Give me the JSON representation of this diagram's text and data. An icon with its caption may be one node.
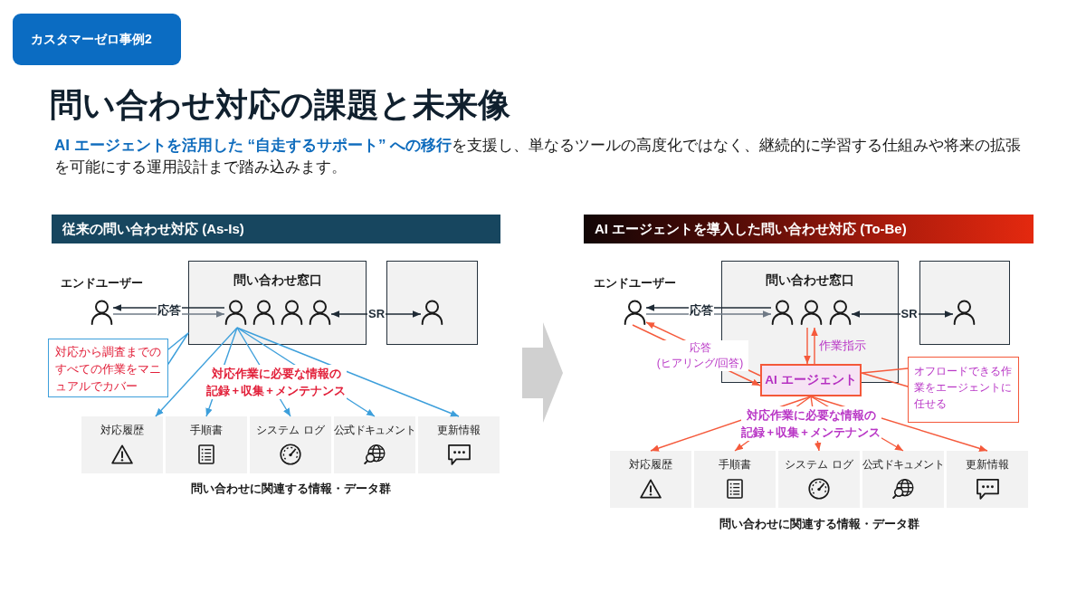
{
  "diagram": {
    "title": "問い合わせ対応の課題と未来像",
    "nodes": [
      {
        "text": [
          "カスタマーゼロ事例2"
        ]
      },
      {
        "text": [
          "従来の問い合わせ対応 (As-Is)"
        ]
      },
      {
        "text": [],
        "shape": "person",
        "beside": [
          "エンドユーザー"
        ]
      },
      {
        "text": [
          "問い合わせ窓口"
        ]
      },
      {
        "text": [],
        "shape": "person",
        "in": 3
      },
      {
        "text": [],
        "shape": "box"
      },
      {
        "text": [],
        "shape": "person",
        "in": 5
      },
      {
        "text": [
          "対応から調査までのすべての作業をマニュアルでカバー"
        ]
      },
      {
        "text": [
          "対応履歴"
        ]
      },
      {
        "text": [
          "手順書"
        ]
      },
      {
        "text": [
          "システム ログ"
        ]
      },
      {
        "text": [
          "公式ドキュメント"
        ]
      },
      {
        "text": [
          "更新情報"
        ]
      },
      {
        "text": [
          "AI エージェントを導入した問い合わせ対応 (To-Be)"
        ]
      },
      {
        "text": [],
        "shape": "person",
        "beside": [
          "エンドユーザー"
        ]
      },
      {
        "text": [
          "問い合わせ窓口"
        ]
      },
      {
        "text": [],
        "shape": "person",
        "in": 15
      },
      {
        "text": [],
        "shape": "box"
      },
      {
        "text": [],
        "shape": "person",
        "in": 17
      },
      {
        "text": [
          "AI エージェント"
        ]
      },
      {
        "text": [
          "オフロードできる作業をエージェントに任せる"
        ]
      },
      {
        "text": [
          "対応履歴"
        ]
      },
      {
        "text": [
          "手順書"
        ]
      },
      {
        "text": [
          "システム ログ"
        ]
      },
      {
        "text": [
          "公式ドキュメント"
        ]
      },
      {
        "text": [
          "更新情報"
        ]
      }
    ],
    "edges": [
      {
        "from": 4,
        "to": 2,
        "arrow": "to",
        "label": "応答",
        "color": "#1f2b36"
      },
      {
        "from": 2,
        "to": 4,
        "arrow": "to",
        "color": "#6f7a86"
      },
      {
        "from": 4,
        "to": 6,
        "arrow": "both",
        "label": "SR",
        "color": "#1f2b36"
      },
      {
        "from": 7,
        "to": 3,
        "arrow": "none",
        "color": "#3d9fdb"
      },
      {
        "from": 4,
        "to": 8,
        "arrow": "to",
        "color": "#3d9fdb"
      },
      {
        "from": 4,
        "to": 9,
        "arrow": "to",
        "color": "#3d9fdb"
      },
      {
        "from": 4,
        "to": 10,
        "arrow": "to",
        "color": "#3d9fdb"
      },
      {
        "from": 4,
        "to": 11,
        "arrow": "to",
        "color": "#3d9fdb"
      },
      {
        "from": 4,
        "to": 12,
        "arrow": "to",
        "color": "#3d9fdb"
      },
      {
        "from": 16,
        "to": 14,
        "arrow": "to",
        "label": "応答",
        "color": "#1f2b36"
      },
      {
        "from": 14,
        "to": 16,
        "arrow": "to",
        "color": "#6f7a86"
      },
      {
        "from": 16,
        "to": 18,
        "arrow": "both",
        "label": "SR",
        "color": "#1f2b36"
      },
      {
        "from": 16,
        "to": 19,
        "arrow": "to"
      },
      {
        "from": 19,
        "to": 16,
        "arrow": "to",
        "label": "作業指示"
      },
      {
        "from": 19,
        "to": 14,
        "arrow": "to",
        "label": "応答 (ヒアリング/回答)"
      },
      {
        "from": 14,
        "to": 19,
        "arrow": "to"
      },
      {
        "from": 20,
        "to": 19,
        "arrow": "none"
      },
      {
        "from": 19,
        "to": 21,
        "arrow": "to"
      },
      {
        "from": 19,
        "to": 22,
        "arrow": "to"
      },
      {
        "from": 19,
        "to": 23,
        "arrow": "to"
      },
      {
        "from": 19,
        "to": 24,
        "arrow": "to"
      },
      {
        "from": 19,
        "to": 25,
        "arrow": "to"
      }
    ],
    "labels": [
      "**AI エージェントを活用した “自走するサポート” への移行**を支援し、単なるツールの高度化ではなく、継続的に学習する仕組みや将来の拡張を可能にする運用設計まで踏み込みます。",
      "対応作業に必要な情報の記録 + 収集 + メンテナンス",
      "問い合わせに関連する情報・データ群",
      "対応作業に必要な情報の記録 + 収集 + メンテナンス",
      "問い合わせに関連する情報・データ群"
    ]
  }
}
